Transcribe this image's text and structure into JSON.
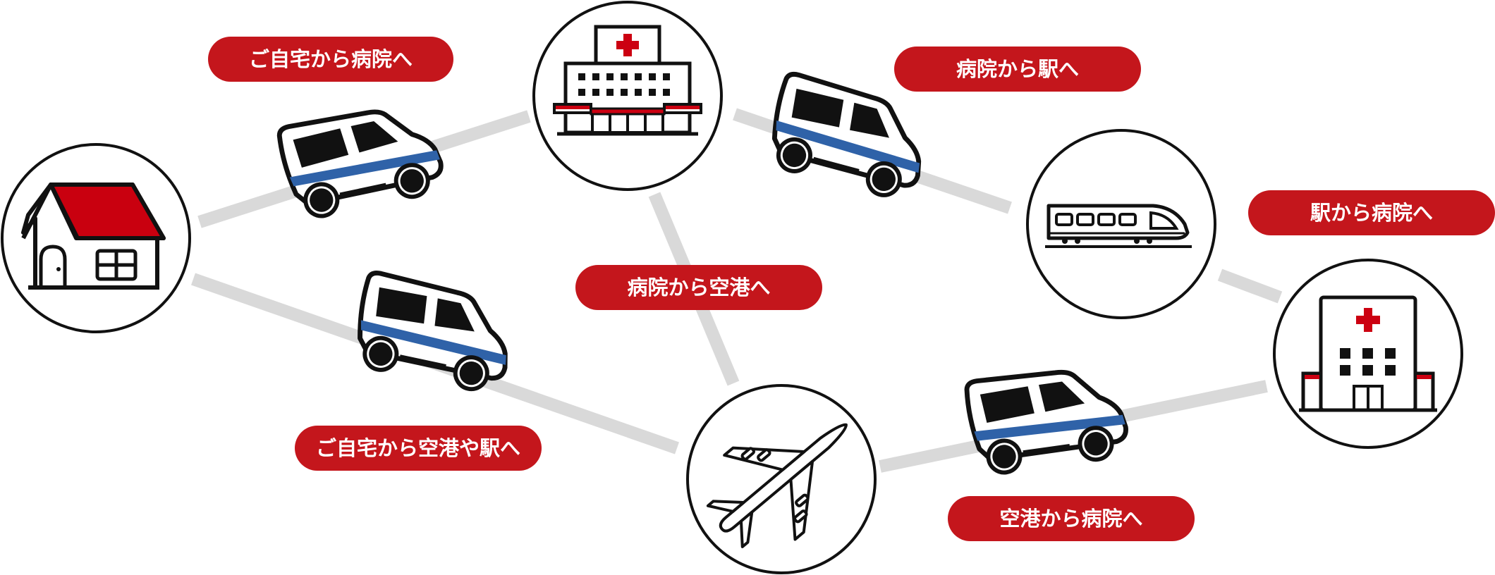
{
  "colors": {
    "connector": "#d9d9d9",
    "label_bg": "#c4161c",
    "label_text": "#ffffff",
    "outline": "#111111",
    "roof": "#c9000f",
    "van_stripe": "#2f62a8",
    "hospital_cross": "#cc0011"
  },
  "nodes": {
    "home": {
      "icon": "house-icon"
    },
    "hospital_main": {
      "icon": "hospital-icon"
    },
    "station": {
      "icon": "train-icon"
    },
    "airport": {
      "icon": "airplane-icon"
    },
    "hospital_small": {
      "icon": "hospital-icon"
    }
  },
  "routes": [
    {
      "label": "ご自宅から病院へ",
      "icon": "van-icon"
    },
    {
      "label": "病院から駅へ",
      "icon": "van-icon"
    },
    {
      "label": "駅から病院へ"
    },
    {
      "label": "病院から空港へ"
    },
    {
      "label": "ご自宅から空港や駅へ",
      "icon": "van-icon"
    },
    {
      "label": "空港から病院へ",
      "icon": "van-icon"
    }
  ]
}
